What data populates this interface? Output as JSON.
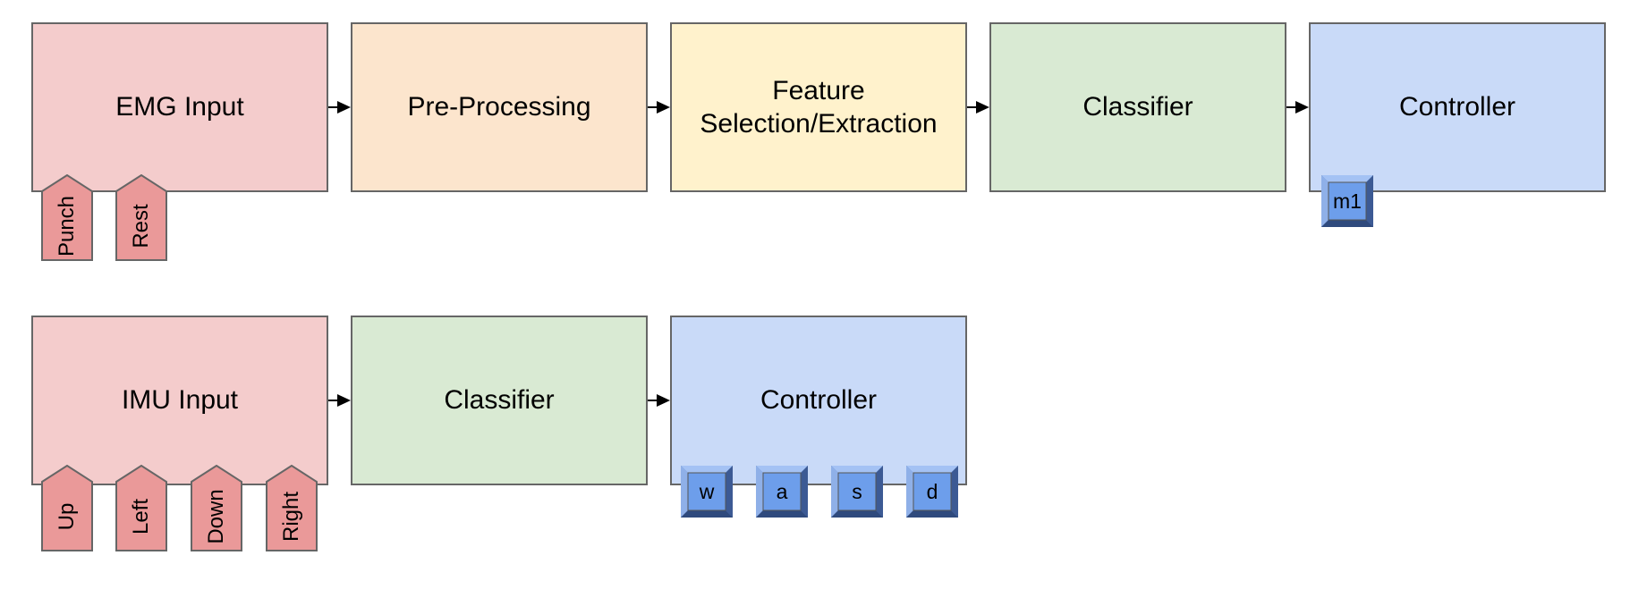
{
  "colors": {
    "input_fill": "#f4cccc",
    "preprocess_fill": "#fce5cd",
    "feature_fill": "#fff2cc",
    "classifier_fill": "#d9ead3",
    "controller_fill": "#c9daf8",
    "tag_fill": "#ea9999",
    "key_face": "#6d9eeb",
    "key_edge": "#5b7fc4",
    "stroke": "#666666"
  },
  "emg_row": {
    "input_label": "EMG Input",
    "preprocess_label": "Pre-Processing",
    "feature_label": "Feature\nSelection/Extraction",
    "classifier_label": "Classifier",
    "controller_label": "Controller",
    "tags": [
      "Punch",
      "Rest"
    ],
    "keys": [
      "m1"
    ]
  },
  "imu_row": {
    "input_label": "IMU Input",
    "classifier_label": "Classifier",
    "controller_label": "Controller",
    "tags": [
      "Up",
      "Left",
      "Down",
      "Right"
    ],
    "keys": [
      "w",
      "a",
      "s",
      "d"
    ]
  }
}
